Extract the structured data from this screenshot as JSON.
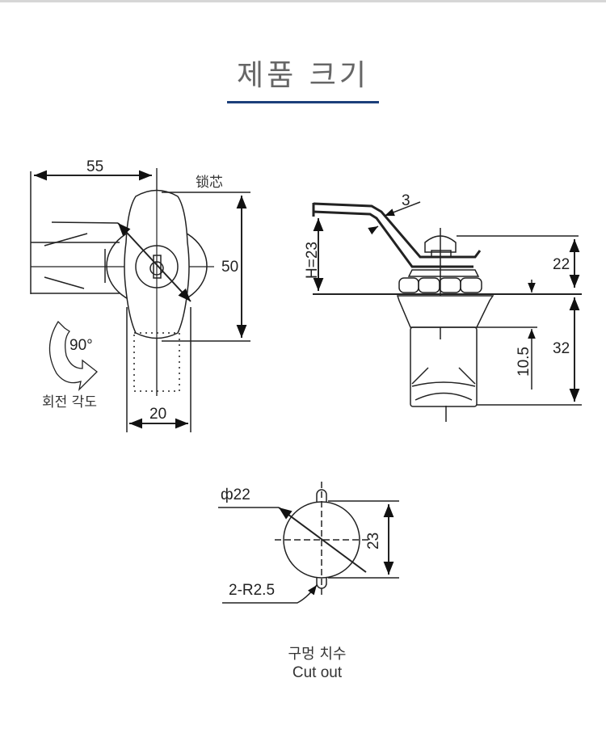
{
  "header": {
    "title": "제품 크기",
    "accent_color": "#1c3f7a"
  },
  "front_view": {
    "width_label": "55",
    "core_label": "锁芯",
    "height_label": "50",
    "rotation_angle": "90°",
    "rotation_caption": "회전 각도",
    "body_width_label": "20"
  },
  "side_view": {
    "thickness_label": "3",
    "handle_height_label": "H=23",
    "top_height_label": "22",
    "body_height_label": "32",
    "flange_label": "10.5"
  },
  "cutout": {
    "diameter_label": "ф22",
    "slot_label": "2-R2.5",
    "height_label": "23",
    "caption_kr": "구멍 치수",
    "caption_en": "Cut out"
  }
}
